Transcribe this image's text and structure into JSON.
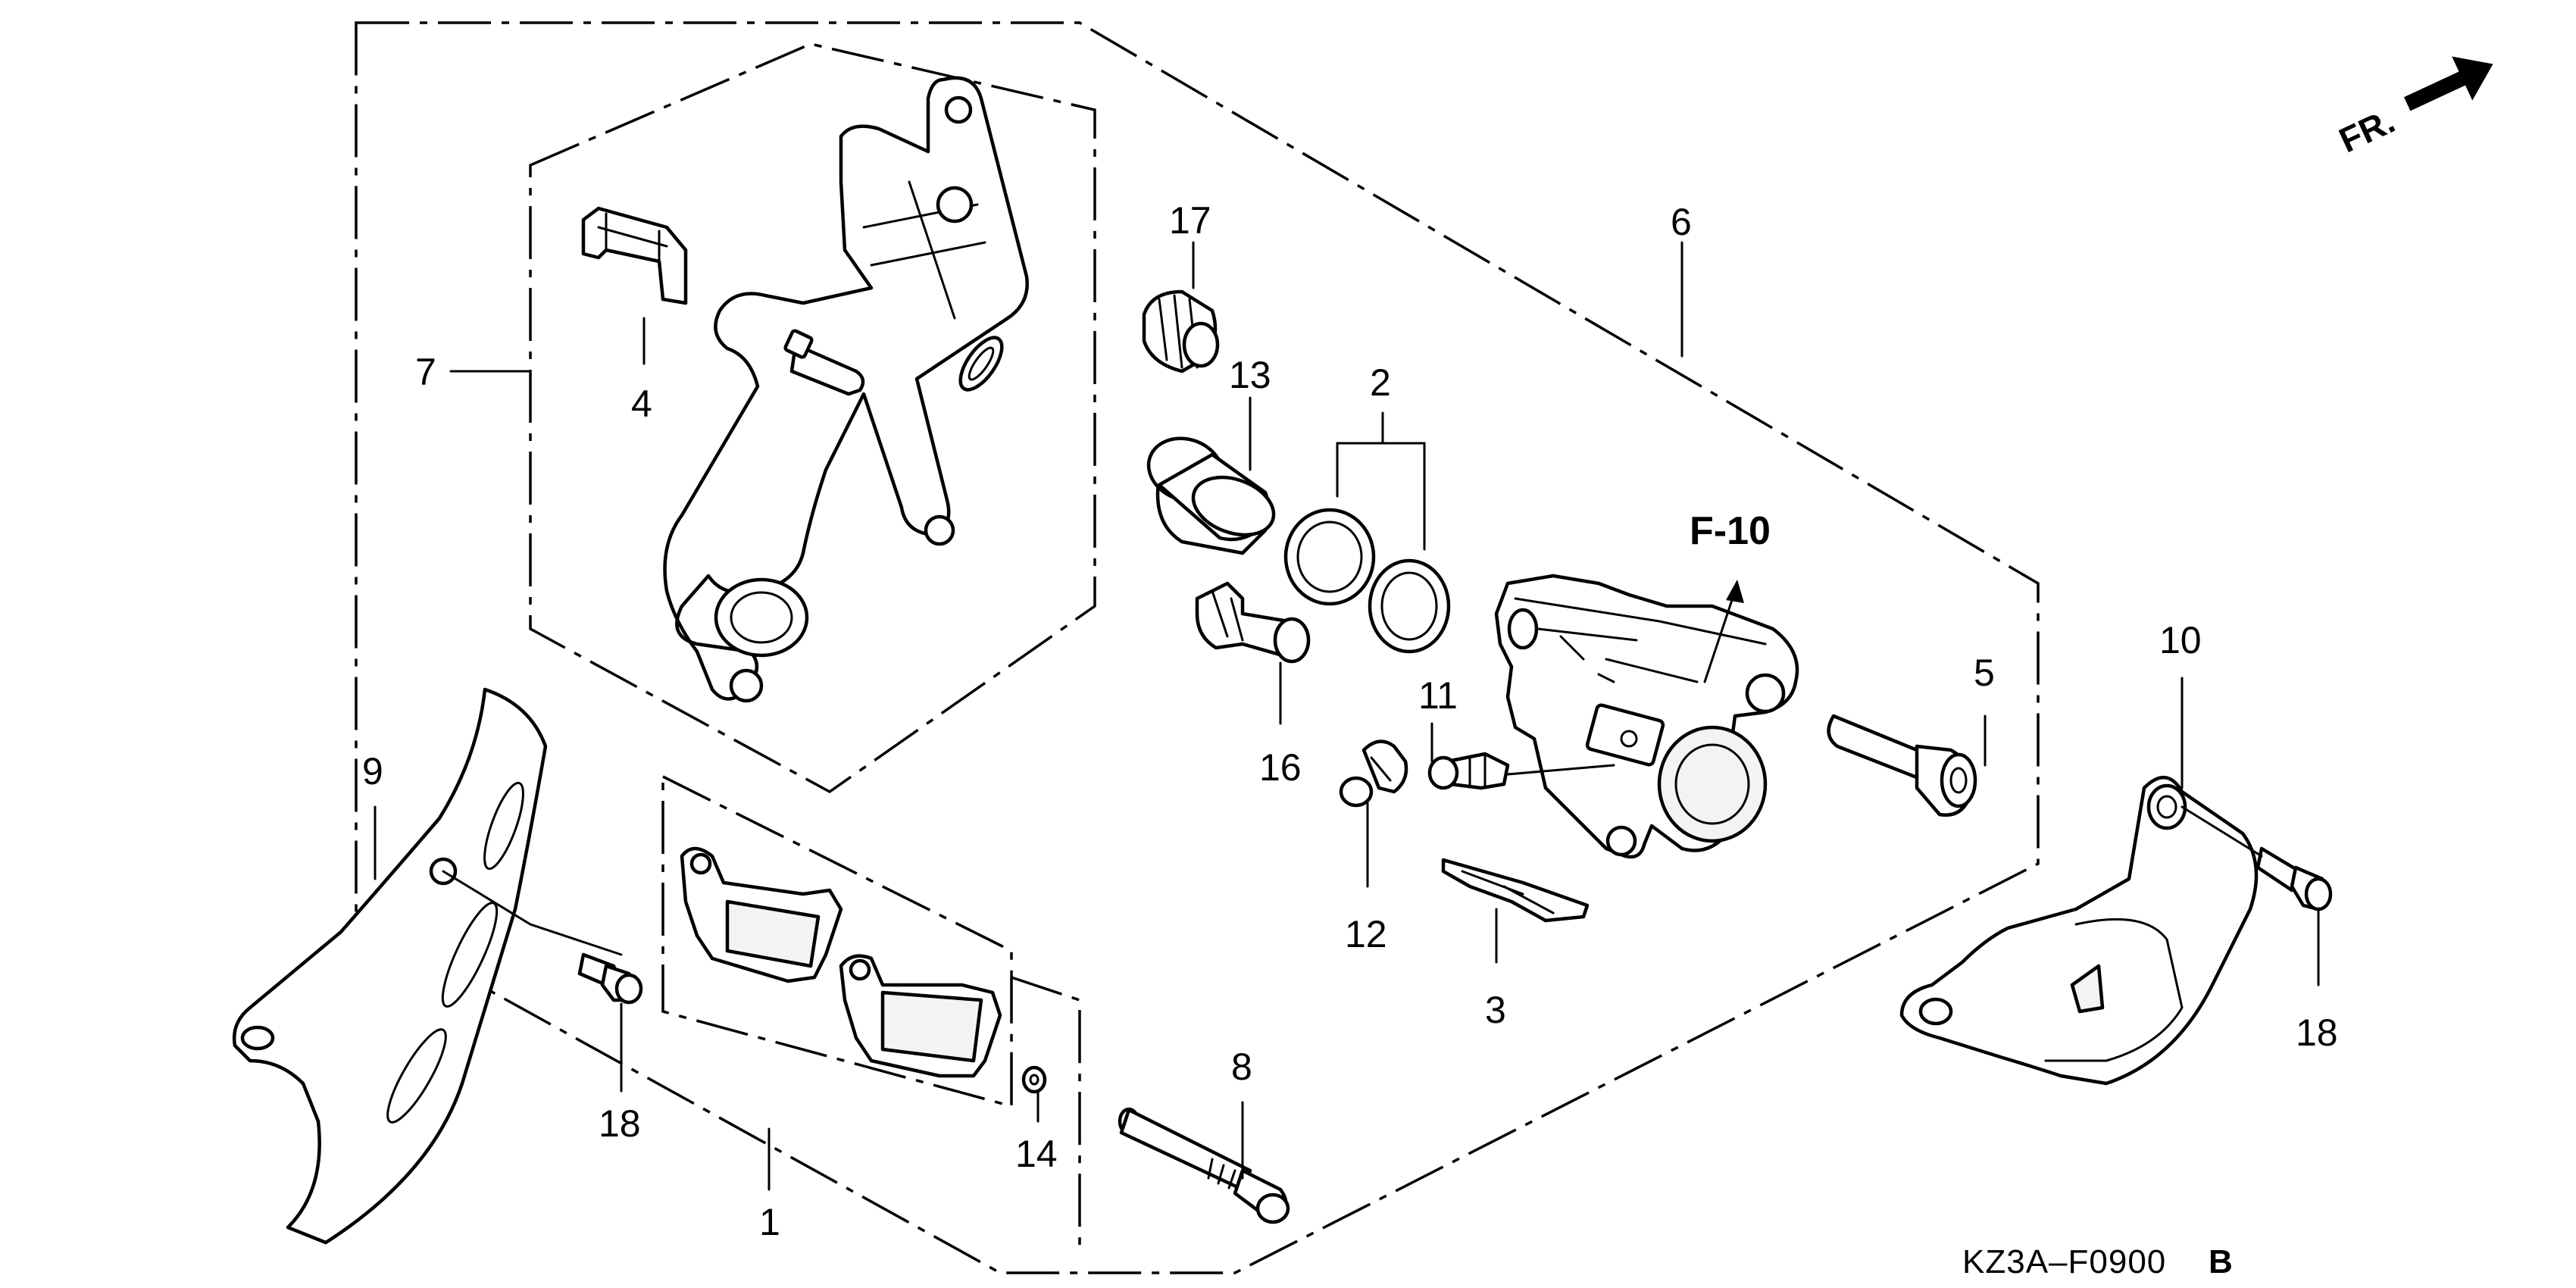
{
  "callouts": {
    "c1": "1",
    "c2": "2",
    "c3": "3",
    "c4": "4",
    "c5": "5",
    "c6": "6",
    "c7": "7",
    "c8": "8",
    "c9": "9",
    "c10": "10",
    "c11": "11",
    "c12": "12",
    "c13": "13",
    "c14": "14",
    "c16": "16",
    "c17": "17",
    "c18_left": "18",
    "c18_right": "18"
  },
  "reference": "F-10",
  "front_marker": "FR.",
  "diagram_code": "KZ3A–F0900",
  "diagram_code_suffix": "B",
  "icons": [
    "front-direction-arrow-icon",
    "reference-arrow-icon"
  ],
  "colors": {
    "ink": "#000000",
    "paper": "#ffffff"
  }
}
